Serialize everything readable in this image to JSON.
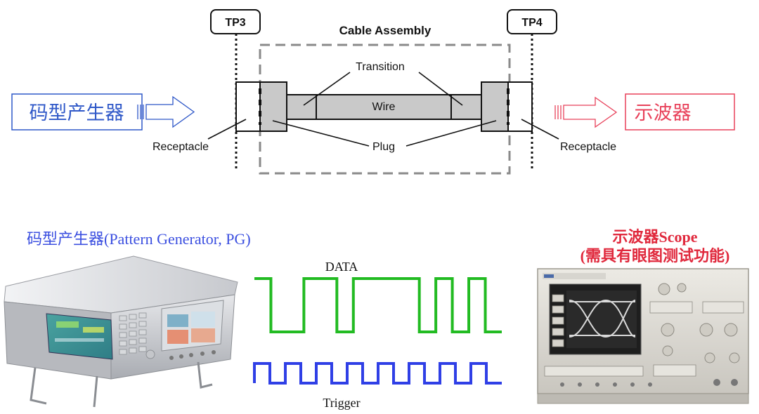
{
  "diagram": {
    "title": "Cable Assembly",
    "test_points": {
      "left": "TP3",
      "right": "TP4"
    },
    "labels": {
      "transition": "Transition",
      "wire": "Wire",
      "plug": "Plug",
      "receptacle_left": "Receptacle",
      "receptacle_right": "Receptacle"
    },
    "source_box": "码型产生器",
    "sink_box": "示波器"
  },
  "instruments": {
    "generator_caption": "码型产生器(Pattern Generator, PG)",
    "scope_caption_line1": "示波器Scope",
    "scope_caption_line2": "(需具有眼图测试功能)"
  },
  "waveforms": {
    "data_label": "DATA",
    "trigger_label": "Trigger",
    "data_bits": [
      1,
      0,
      0,
      1,
      1,
      0,
      1,
      1,
      1,
      1,
      0,
      1,
      0,
      1,
      0
    ],
    "trigger_cycles": 8
  },
  "colors": {
    "source": "#2f58c8",
    "sink": "#e8415a",
    "data_wave": "#22bb22",
    "trigger_wave": "#2f3fe6",
    "plug_fill": "#c9c9c9",
    "caption_blue": "#3b4fe0",
    "caption_red": "#e0283c"
  }
}
